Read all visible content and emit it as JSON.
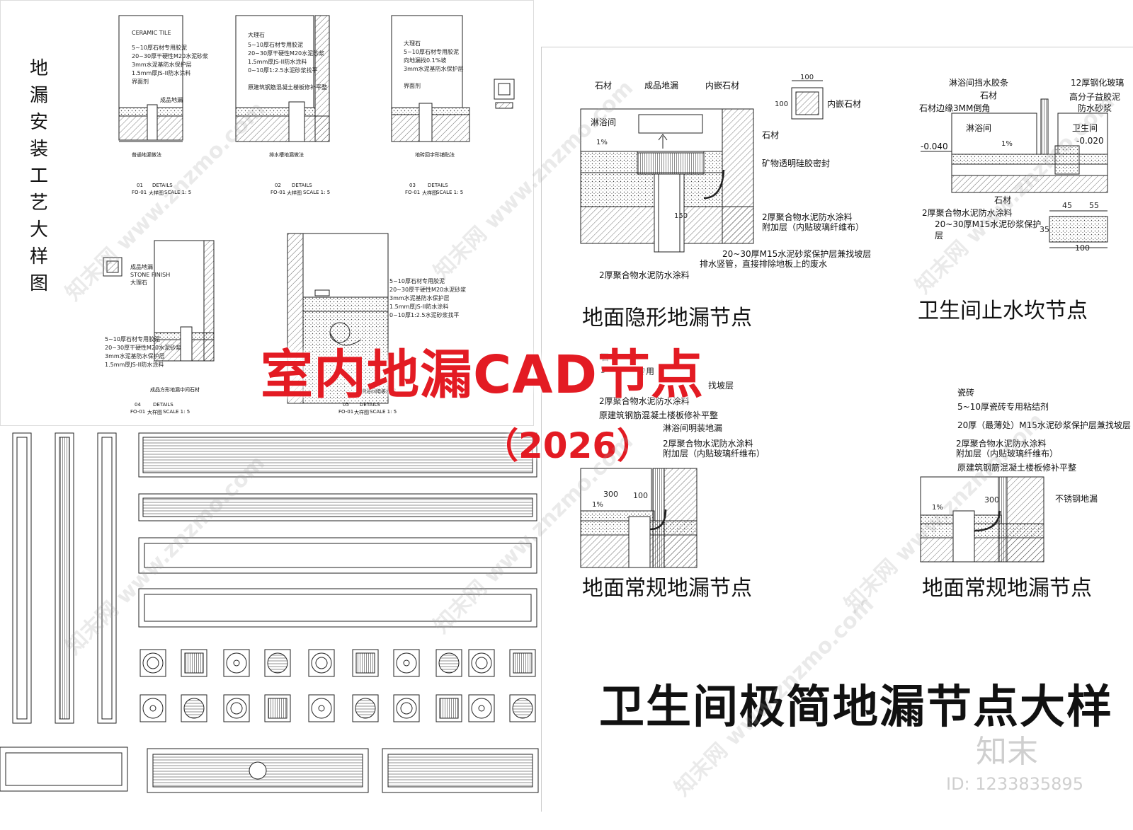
{
  "left_sheet": {
    "vertical_title": "地漏安装工艺大样图",
    "details": [
      {
        "caption": "普通地漏做法",
        "num": "01",
        "code": "FO-01",
        "label": "DETAILS",
        "sub": "大样图",
        "scale": "SCALE 1: 5"
      },
      {
        "caption": "排水槽地漏做法",
        "num": "02",
        "code": "FO-01",
        "label": "DETAILS",
        "sub": "大样图",
        "scale": "SCALE 1: 5"
      },
      {
        "caption": "地砖回字形铺贴法",
        "num": "03",
        "code": "FO-01",
        "label": "DETAILS",
        "sub": "大样图",
        "scale": "SCALE 1: 5"
      },
      {
        "caption": "成品方形地漏中间石材",
        "num": "04",
        "code": "FO-01",
        "label": "DETAILS",
        "sub": "大样图",
        "scale": "SCALE 1: 5"
      },
      {
        "caption": "淋浴间暗装地漏",
        "num": "05",
        "code": "FO-01",
        "label": "DETAILS",
        "sub": "大样图",
        "scale": "SCALE 1: 5"
      }
    ],
    "spec_lines": [
      "5~10厚石材专用胶泥",
      "20~30厚干硬性M20水泥砂浆",
      "向地漏找0.1%坡",
      "3mm水泥基防水保护层",
      "1.5mm厚JS-II防水涂料",
      "0~10厚1:2.5水泥砂浆找平",
      "界面剂",
      "原建筑钢筋混凝土楼板修补平整"
    ],
    "small_labels": {
      "stone": "大理石",
      "stone_en": "STONE FINISH",
      "drain": "成品地漏",
      "tile": "CERAMIC TILE"
    }
  },
  "banner": {
    "title": "室内地漏CAD节点",
    "year": "（2026）"
  },
  "right_sheet": {
    "detail_a": {
      "caption": "地面隐形地漏节点",
      "labels": [
        "石材",
        "成品地漏",
        "内嵌石材",
        "内嵌石材",
        "淋浴间",
        "石材",
        "矿物透明硅胶密封",
        "2厚聚合物水泥防水涂料",
        "附加层（内贴玻璃纤维布）",
        "20~30厚M15水泥砂浆保护层兼找坡层",
        "排水竖管，直接排除地板上的废水",
        "2厚聚合物水泥防水涂料"
      ],
      "dims": [
        "100",
        "100",
        "150",
        "1%"
      ]
    },
    "detail_b": {
      "caption": "卫生间止水坎节点",
      "labels": [
        "淋浴间挡水胶条",
        "12厚钢化玻璃",
        "石材",
        "高分子益胶泥",
        "石材边缘3MM倒角",
        "防水砂浆",
        "淋浴间",
        "卫生间",
        "石材",
        "2厚聚合物水泥防水涂料",
        "20~30厚M15水泥砂浆保护",
        "层"
      ],
      "dims": [
        "-0.040",
        "-0.020",
        "1%",
        "45",
        "55",
        "100",
        "35"
      ]
    },
    "detail_c": {
      "caption": "地面常规地漏节点",
      "labels": [
        "石",
        "5",
        "专用",
        "找坡层",
        "2厚聚合物水泥防水涂料",
        "原建筑钢筋混凝土楼板修补平整",
        "淋浴间明装地漏",
        "2厚聚合物水泥防水涂料",
        "附加层（内贴玻璃纤维布）"
      ],
      "dims": [
        "300",
        "100",
        "1%"
      ]
    },
    "detail_d": {
      "caption": "地面常规地漏节点",
      "labels": [
        "瓷砖",
        "5~10厚瓷砖专用粘结剂",
        "20厚（最薄处）M15水泥砂浆保护层兼找坡层",
        "2厚聚合物水泥防水涂料",
        "附加层（内贴玻璃纤维布）",
        "原建筑钢筋混凝土楼板修补平整",
        "不锈钢地漏"
      ],
      "dims": [
        "300",
        "1%"
      ]
    },
    "title": "卫生间极简地漏节点大样"
  },
  "footer": {
    "brand": "知末",
    "id": "ID: 1233835895"
  },
  "watermark": "知末网 www.znzmo.com",
  "colors": {
    "banner": "#e31b23",
    "line": "#1a1a1a",
    "muted": "#cfcfcf"
  }
}
